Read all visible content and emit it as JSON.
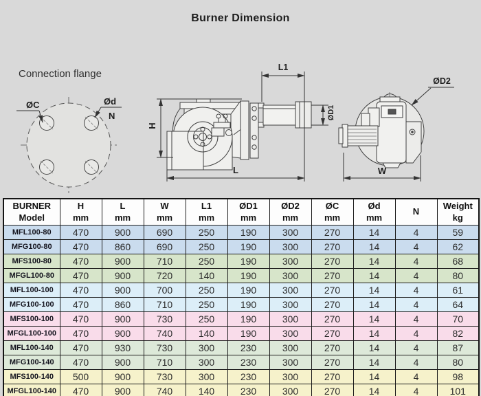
{
  "title": "Burner Dimension",
  "drawing": {
    "connection_flange_caption": "Connection flange",
    "labels": {
      "c": "ØC",
      "d": "Ød",
      "n": "N",
      "l1": "L1",
      "h": "H",
      "l": "L",
      "d1": "ØD1",
      "d2": "ØD2",
      "w": "W"
    }
  },
  "table": {
    "columns": [
      {
        "name": "BURNER",
        "unit": "Model"
      },
      {
        "name": "H",
        "unit": "mm"
      },
      {
        "name": "L",
        "unit": "mm"
      },
      {
        "name": "W",
        "unit": "mm"
      },
      {
        "name": "L1",
        "unit": "mm"
      },
      {
        "name": "ØD1",
        "unit": "mm"
      },
      {
        "name": "ØD2",
        "unit": "mm"
      },
      {
        "name": "ØC",
        "unit": "mm"
      },
      {
        "name": "Ød",
        "unit": "mm"
      },
      {
        "name": "N",
        "unit": ""
      },
      {
        "name": "Weight",
        "unit": "kg"
      }
    ],
    "rows": [
      {
        "model": "MFL100-80",
        "values": [
          470,
          900,
          690,
          250,
          190,
          300,
          270,
          14,
          4,
          59
        ],
        "color": "#cadcee"
      },
      {
        "model": "MFG100-80",
        "values": [
          470,
          860,
          690,
          250,
          190,
          300,
          270,
          14,
          4,
          62
        ],
        "color": "#cadcee"
      },
      {
        "model": "MFS100-80",
        "values": [
          470,
          900,
          710,
          250,
          190,
          300,
          270,
          14,
          4,
          68
        ],
        "color": "#d7e5ca"
      },
      {
        "model": "MFGL100-80",
        "values": [
          470,
          900,
          720,
          140,
          190,
          300,
          270,
          14,
          4,
          80
        ],
        "color": "#d7e5ca"
      },
      {
        "model": "MFL100-100",
        "values": [
          470,
          900,
          700,
          250,
          190,
          300,
          270,
          14,
          4,
          61
        ],
        "color": "#dceef8"
      },
      {
        "model": "MFG100-100",
        "values": [
          470,
          860,
          710,
          250,
          190,
          300,
          270,
          14,
          4,
          64
        ],
        "color": "#dceef8"
      },
      {
        "model": "MFS100-100",
        "values": [
          470,
          900,
          730,
          250,
          190,
          300,
          270,
          14,
          4,
          70
        ],
        "color": "#f9dcea"
      },
      {
        "model": "MFGL100-100",
        "values": [
          470,
          900,
          740,
          140,
          190,
          300,
          270,
          14,
          4,
          82
        ],
        "color": "#f9dcea"
      },
      {
        "model": "MFL100-140",
        "values": [
          470,
          930,
          730,
          300,
          230,
          300,
          270,
          14,
          4,
          87
        ],
        "color": "#dde9d9"
      },
      {
        "model": "MFG100-140",
        "values": [
          470,
          900,
          710,
          300,
          230,
          300,
          270,
          14,
          4,
          80
        ],
        "color": "#dde9d9"
      },
      {
        "model": "MFS100-140",
        "values": [
          500,
          900,
          730,
          300,
          230,
          300,
          270,
          14,
          4,
          98
        ],
        "color": "#f6f2cb"
      },
      {
        "model": "MFGL100-140",
        "values": [
          470,
          900,
          740,
          140,
          230,
          300,
          270,
          14,
          4,
          101
        ],
        "color": "#f6f2cb"
      }
    ]
  }
}
